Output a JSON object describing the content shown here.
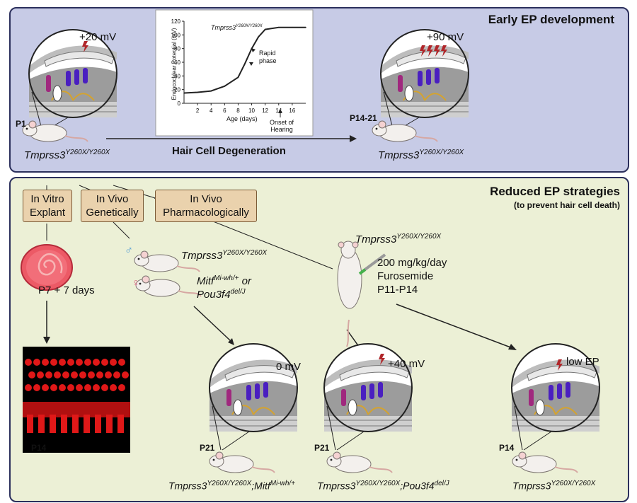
{
  "top_panel": {
    "title": "Early EP development",
    "left_voltage": "+20 mV",
    "right_voltage": "+90 mV",
    "left_age": "P1",
    "right_age": "P14-21",
    "arrow_label": "Hair Cell Degeneration",
    "genotype_base": "Tmprss3",
    "genotype_sup": "Y260X/Y260X",
    "graph": {
      "title_base": "Tmprss3",
      "title_sup": "Y260X/Y260X",
      "ylabel": "Endocochlear Potential (mV)",
      "xlabel": "Age (days)",
      "yticks": [
        "0",
        "20",
        "40",
        "60",
        "80",
        "100",
        "120"
      ],
      "xticks": [
        "2",
        "4",
        "6",
        "8",
        "10",
        "12",
        "14",
        "16"
      ],
      "annot_rapid_1": "Rapid",
      "annot_rapid_2": "phase",
      "annot_onset_1": "Onset of",
      "annot_onset_2": "Hearing"
    }
  },
  "chart_data": {
    "type": "line",
    "x": [
      0,
      2,
      4,
      6,
      8,
      9,
      10,
      11,
      12,
      14,
      16,
      18
    ],
    "y": [
      15,
      16,
      18,
      25,
      38,
      58,
      80,
      97,
      108,
      111,
      111,
      111
    ],
    "xlim": [
      0,
      18
    ],
    "ylim": [
      0,
      120
    ],
    "xlabel": "Age (days)",
    "ylabel": "Endocochlear Potential (mV)"
  },
  "bottom_panel": {
    "title": "Reduced EP strategies",
    "subtitle": "(to prevent hair cell death)",
    "strategies": [
      {
        "line1": "In Vitro",
        "line2": "Explant"
      },
      {
        "line1": "In Vivo",
        "line2": "Genetically"
      },
      {
        "line1": "In Vivo",
        "line2": "Pharmacologically"
      }
    ],
    "explant_time": "P7 + 7 days",
    "explant_age": "P14",
    "male_symbol": "♂",
    "female_symbol": "♀",
    "male_gene_base": "Tmprss3",
    "male_gene_sup": "Y260X/Y260X",
    "female_gene1_base": "Mitf",
    "female_gene1_sup": "Mi-wh/+",
    "female_or": " or",
    "female_gene2_base": "Pou3f4",
    "female_gene2_sup": "del/J",
    "pharm_gene_base": "Tmprss3",
    "pharm_gene_sup": "Y260X/Y260X",
    "dose": "200 mg/kg/day",
    "drug": "Furosemide",
    "days": "P11-P14",
    "results": [
      {
        "voltage": "0 mV",
        "age": "P21",
        "g1": "Tmprss3",
        "s1": "Y260X/Y260X",
        "g2": ";Mitf",
        "s2": "Mi-wh/+"
      },
      {
        "voltage": "+40 mV",
        "age": "P21",
        "g1": "Tmprss3",
        "s1": "Y260X/Y260X",
        "g2": ";Pou3f4",
        "s2": "del/J"
      },
      {
        "voltage": "low EP",
        "age": "P14",
        "g1": "Tmprss3",
        "s1": "Y260X/Y260X",
        "g2": "",
        "s2": ""
      }
    ]
  },
  "colors": {
    "top_bg": "#c7cbe6",
    "bottom_bg": "#ecf0d6",
    "box_fill": "#ead2ad",
    "outer_hair_cell": "#4a1fc0",
    "inner_hair_cell": "#a0287e",
    "lightning": "#b0262a",
    "explant_red": "#e01818"
  }
}
